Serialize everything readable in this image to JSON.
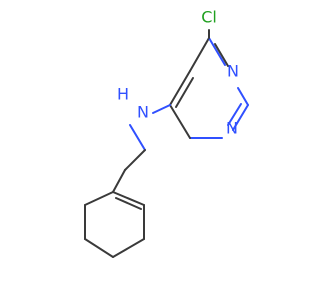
{
  "molecule": {
    "atoms": {
      "cl": {
        "text": "Cl",
        "color": "#20a020"
      },
      "n1": {
        "text": "N",
        "color": "#3050ff"
      },
      "n2": {
        "text": "N",
        "color": "#3050ff"
      },
      "nh": {
        "text": "H",
        "color": "#3050ff"
      },
      "nn": {
        "text": "N",
        "color": "#3050ff"
      }
    }
  }
}
